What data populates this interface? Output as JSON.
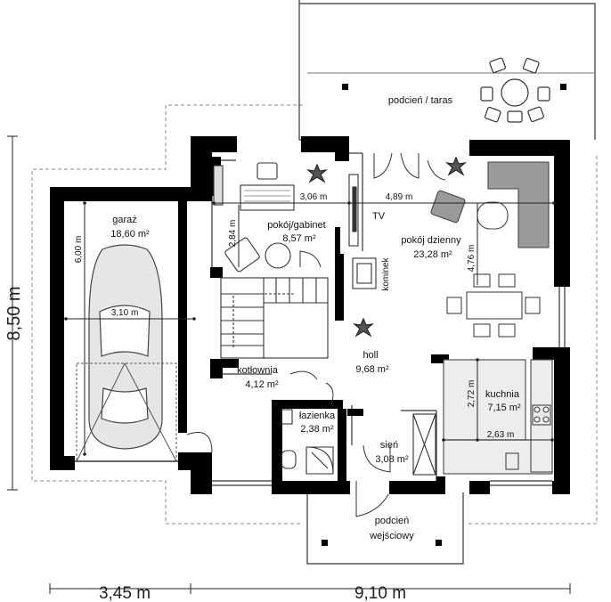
{
  "colors": {
    "wall": "#000000",
    "line": "#333333",
    "accent_grey": "#8c8c8c",
    "bg": "#ffffff"
  },
  "overall_dimensions": {
    "height": "8,50 m",
    "width_left": "3,45 m",
    "width_right": "9,10 m"
  },
  "rooms": {
    "taras": {
      "name": "podcień / taras"
    },
    "garaz": {
      "name": "garaż",
      "area": "18,60 m²",
      "dim_v": "6,00 m",
      "dim_h": "3,10 m"
    },
    "gabinet": {
      "name": "pokój/gabinet",
      "area": "8,57 m²",
      "dim_h": "3,06 m",
      "dim_v": "2,84 m"
    },
    "dzienny": {
      "name": "pokój dzienny",
      "area": "23,28 m²",
      "dim_h": "4,89 m",
      "dim_v": "4,76 m",
      "tv": "TV",
      "kominek": "kominek"
    },
    "holl": {
      "name": "holl",
      "area": "9,68 m²"
    },
    "kotlownia": {
      "name": "kotłownia",
      "area": "4,12 m²"
    },
    "lazienka": {
      "name": "łazienka",
      "area": "2,38 m²"
    },
    "sien": {
      "name": "sień",
      "area": "3,08 m²"
    },
    "kuchnia": {
      "name": "kuchnia",
      "area": "7,15 m²",
      "dim_v": "2,72 m",
      "dim_h": "2,63 m"
    },
    "wejscie": {
      "name_line1": "podcień",
      "name_line2": "wejściowy"
    }
  }
}
